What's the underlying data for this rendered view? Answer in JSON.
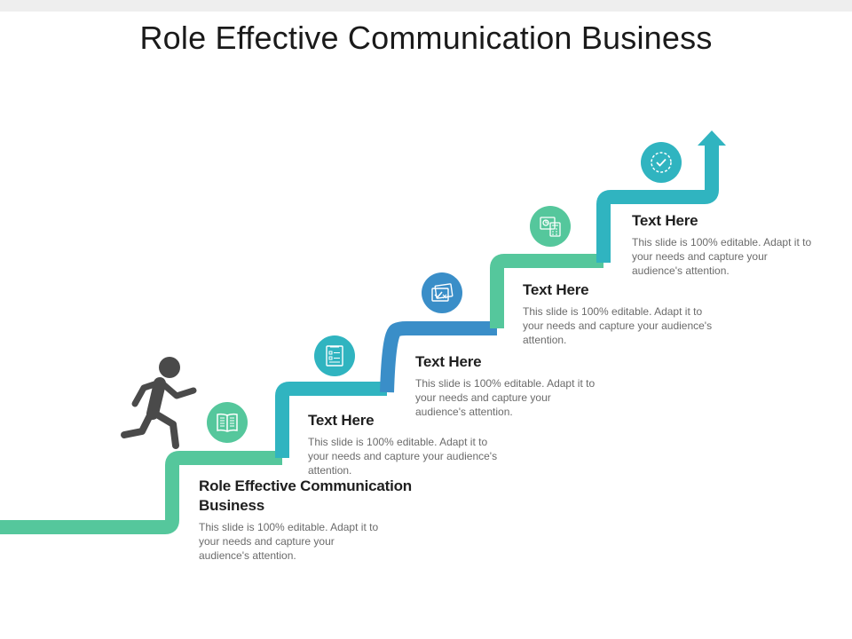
{
  "slide": {
    "title": "Role Effective Communication Business"
  },
  "colors": {
    "green": "#55c79c",
    "teal": "#30b4c0",
    "blue": "#3a8ec8",
    "figure": "#4a4a4a"
  },
  "steps": [
    {
      "heading": "Role Effective Communication Business",
      "description": "This slide is 100% editable. Adapt it to your needs and capture your audience's attention.",
      "icon": "open-book-icon"
    },
    {
      "heading": "Text Here",
      "description": "This slide is 100% editable. Adapt it to your needs and capture your audience's attention.",
      "icon": "checklist-icon"
    },
    {
      "heading": "Text Here",
      "description": "This slide is 100% editable. Adapt it to your needs and capture your audience's attention.",
      "icon": "documents-check-icon"
    },
    {
      "heading": "Text Here",
      "description": "This slide is 100% editable. Adapt it to your needs and capture your audience's attention.",
      "icon": "calculator-chart-icon"
    },
    {
      "heading": "Text Here",
      "description": "This slide is 100% editable. Adapt it to your needs and capture your audience's attention.",
      "icon": "check-badge-icon"
    }
  ]
}
